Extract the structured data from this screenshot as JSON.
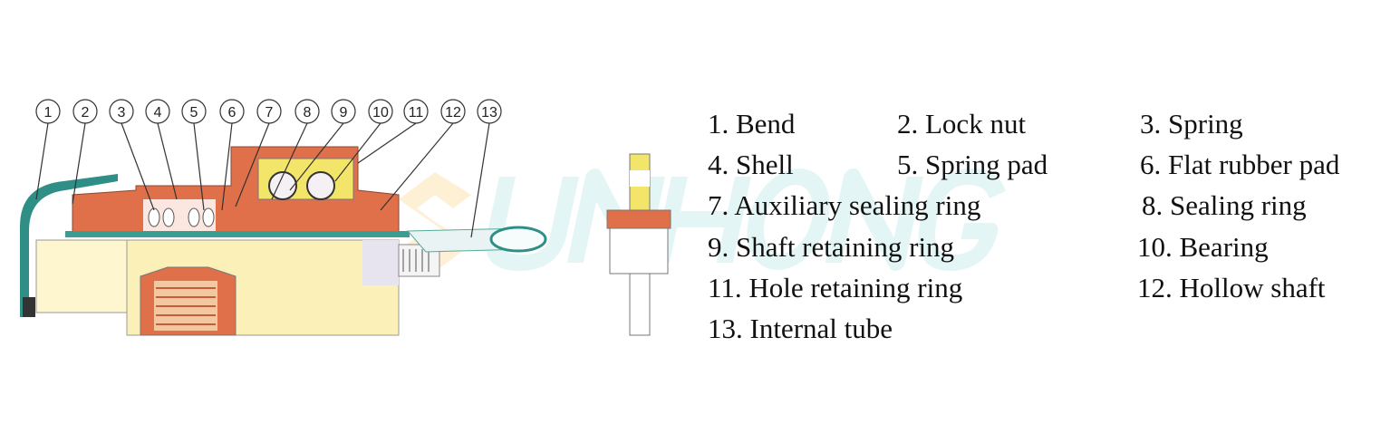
{
  "callout_numbers": [
    "1",
    "2",
    "3",
    "4",
    "5",
    "6",
    "7",
    "8",
    "9",
    "10",
    "11",
    "12",
    "13"
  ],
  "legend": [
    "1. Bend",
    "2. Lock nut",
    "3. Spring",
    "4. Shell",
    "5. Spring pad",
    "6. Flat rubber pad",
    "7. Auxiliary sealing ring",
    "8. Sealing ring",
    "9. Shaft retaining ring",
    "10. Bearing",
    "11. Hole retaining ring",
    "12. Hollow shaft",
    "13. Internal tube"
  ],
  "watermark": "SUNHONG",
  "colors": {
    "shell": "#e0704a",
    "bend": "#2f8f86",
    "body": "#fbf1b8",
    "bearing": "#f3e46a",
    "shaft": "#d8d8d8",
    "watermark": "#d6f0ef"
  }
}
